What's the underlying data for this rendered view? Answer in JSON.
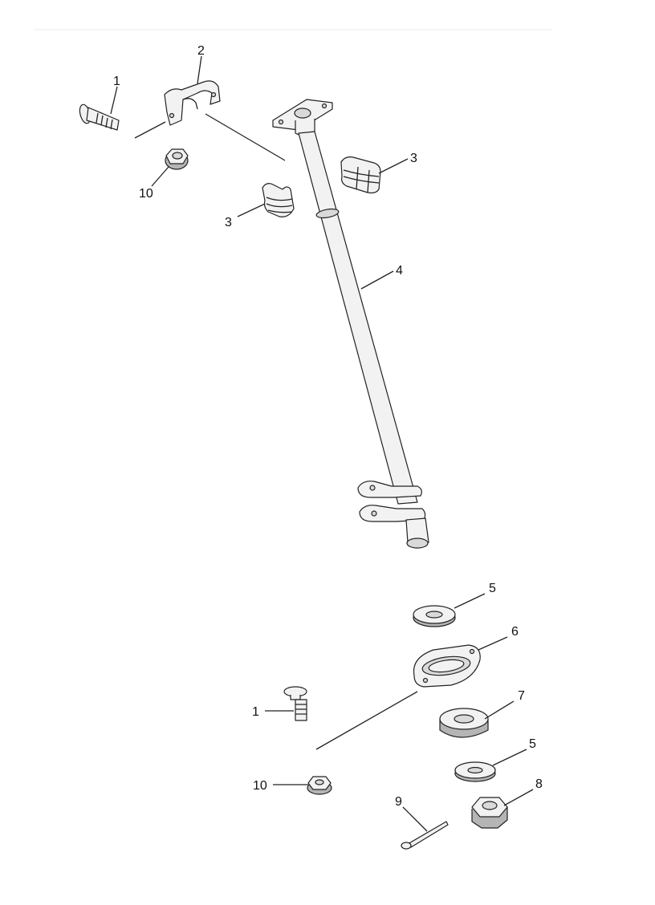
{
  "diagram": {
    "callouts": [
      {
        "id": "c1a",
        "label": "1"
      },
      {
        "id": "c2",
        "label": "2"
      },
      {
        "id": "c10a",
        "label": "10"
      },
      {
        "id": "c3a",
        "label": "3"
      },
      {
        "id": "c3b",
        "label": "3"
      },
      {
        "id": "c4",
        "label": "4"
      },
      {
        "id": "c5a",
        "label": "5"
      },
      {
        "id": "c6",
        "label": "6"
      },
      {
        "id": "c1b",
        "label": "1"
      },
      {
        "id": "c7",
        "label": "7"
      },
      {
        "id": "c5b",
        "label": "5"
      },
      {
        "id": "c10b",
        "label": "10"
      },
      {
        "id": "c9",
        "label": "9"
      },
      {
        "id": "c8",
        "label": "8"
      }
    ]
  }
}
